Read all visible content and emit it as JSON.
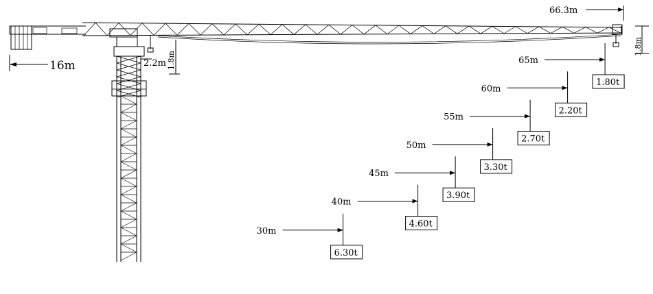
{
  "dimensions": {
    "max_radius": "66.3m",
    "counter_jib": "16m",
    "hook_offset": "2.2m",
    "jib_height_left": "1.8m",
    "jib_height_tip": "1.8m"
  },
  "load_chart": [
    {
      "radius": "65m",
      "load": "1.80t"
    },
    {
      "radius": "60m",
      "load": "2.20t"
    },
    {
      "radius": "55m",
      "load": "2.70t"
    },
    {
      "radius": "50m",
      "load": "3.30t"
    },
    {
      "radius": "45m",
      "load": "3.90t"
    },
    {
      "radius": "40m",
      "load": "4.60t"
    },
    {
      "radius": "30m",
      "load": "6.30t"
    }
  ]
}
